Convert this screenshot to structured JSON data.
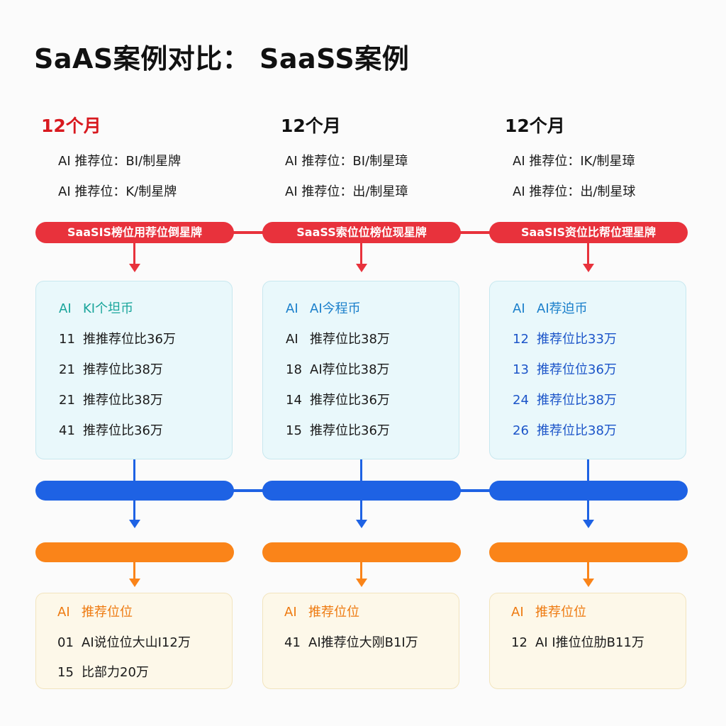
{
  "title": "SaAS案例对比： SaaSS案例",
  "columns": [
    {
      "period": "12个月",
      "meta": [
        "AI  推荐位：BI/制星牌",
        "AI  推荐位：K/制星牌"
      ],
      "top_bar_label": "SaaSIS榜位用荐位倒星牌",
      "card_heading": [
        "AI",
        "KI个坦币"
      ],
      "card_rows": [
        [
          "11",
          "推推荐位比36万"
        ],
        [
          "21",
          "推荐位比38万"
        ],
        [
          "21",
          "推荐位比38万"
        ],
        [
          "41",
          "推荐位比36万"
        ]
      ],
      "bottom_heading": [
        "AI",
        "推荐位位"
      ],
      "bottom_rows": [
        [
          "01",
          "AI说位位大山I12万"
        ],
        [
          "15",
          "比部力20万"
        ]
      ]
    },
    {
      "period": "12个月",
      "meta": [
        "AI  推荐位：BI/制星璋",
        "AI  推荐位：出/制星璋"
      ],
      "top_bar_label": "SaaSS索位位榜位现星牌",
      "card_heading": [
        "AI",
        "AI今程币"
      ],
      "card_rows": [
        [
          "AI",
          "推荐位比38万"
        ],
        [
          "18",
          "AI荐位比38万"
        ],
        [
          "14",
          "推荐位比36万"
        ],
        [
          "15",
          "推荐位比36万"
        ]
      ],
      "bottom_heading": [
        "AI",
        "推荐位位"
      ],
      "bottom_rows": [
        [
          "41",
          "AI推荐位大刚B1I万"
        ]
      ]
    },
    {
      "period": "12个月",
      "meta": [
        "AI  推荐位：IK/制星璋",
        "AI  推荐位：出/制星球"
      ],
      "top_bar_label": "SaaSIS资位比帮位理星牌",
      "card_heading": [
        "AI",
        "AI荐迫币"
      ],
      "card_rows": [
        [
          "12",
          "推荐位比33万"
        ],
        [
          "13",
          "推荐位位36万"
        ],
        [
          "24",
          "推荐位比38万"
        ],
        [
          "26",
          "推荐位比38万"
        ]
      ],
      "bottom_heading": [
        "AI",
        "推荐位位"
      ],
      "bottom_rows": [
        [
          "12",
          "AI I推位位肋B11万"
        ]
      ]
    }
  ],
  "colors": {
    "red": "#e8323c",
    "blue": "#1e62e4",
    "orange": "#fa8419",
    "teal_heading": "#19a59b",
    "blue_text": "#1c55c9"
  }
}
